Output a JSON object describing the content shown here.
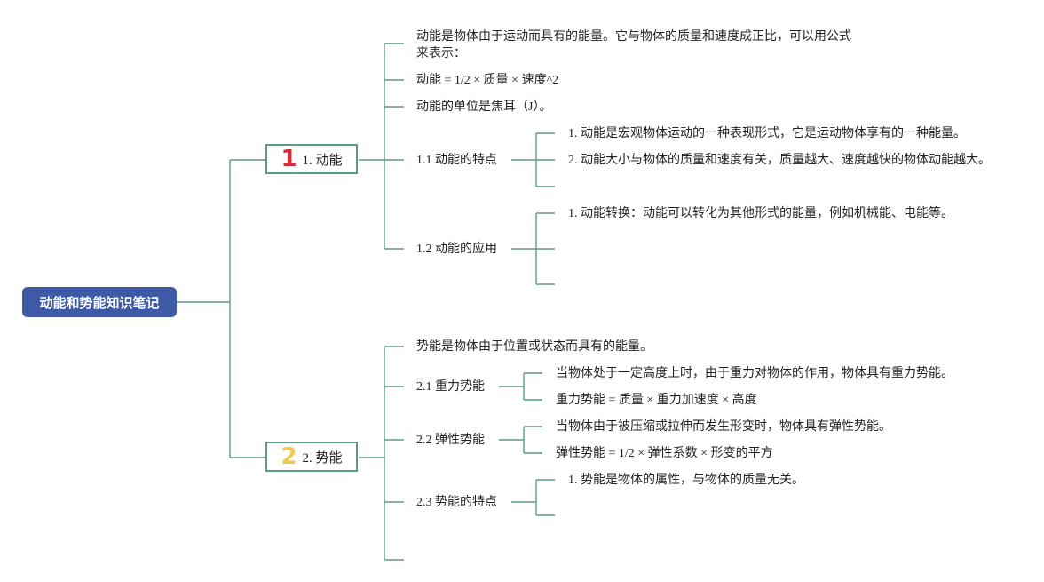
{
  "title": "动能和势能知识笔记",
  "colors": {
    "root_bg": "#3e5aa6",
    "line": "#5f9a88",
    "icon1": "#d42a3a",
    "icon2": "#f2c94c"
  },
  "icons": {
    "b1": "number-1-icon",
    "b2": "number-2-icon"
  },
  "branch1": {
    "icon_text": "1",
    "label": "1. 动能",
    "def_line1": "动能是物体由于运动而具有的能量。它与物体的质量和速度成正比，可以用公式",
    "def_line2": "来表示：",
    "formula": "动能 = 1/2 × 质量 × 速度^2",
    "unit": "动能的单位是焦耳（J）。",
    "sub1": {
      "label": "1.1 动能的特点",
      "items": [
        "1. 动能是宏观物体运动的一种表现形式，它是运动物体享有的一种能量。",
        "2. 动能大小与物体的质量和速度有关，质量越大、速度越快的物体动能越大。"
      ]
    },
    "sub2": {
      "label": "1.2 动能的应用",
      "items": [
        "1. 动能转换：动能可以转化为其他形式的能量，例如机械能、电能等。"
      ]
    }
  },
  "branch2": {
    "icon_text": "2",
    "label": "2. 势能",
    "def": "势能是物体由于位置或状态而具有的能量。",
    "sub1": {
      "label": "2.1 重力势能",
      "items": [
        "当物体处于一定高度上时，由于重力对物体的作用，物体具有重力势能。",
        "重力势能 = 质量 × 重力加速度 × 高度"
      ]
    },
    "sub2": {
      "label": "2.2 弹性势能",
      "items": [
        "当物体由于被压缩或拉伸而发生形变时，物体具有弹性势能。",
        "弹性势能 = 1/2 × 弹性系数 × 形变的平方"
      ]
    },
    "sub3": {
      "label": "2.3 势能的特点",
      "items": [
        "1. 势能是物体的属性，与物体的质量无关。"
      ]
    }
  }
}
